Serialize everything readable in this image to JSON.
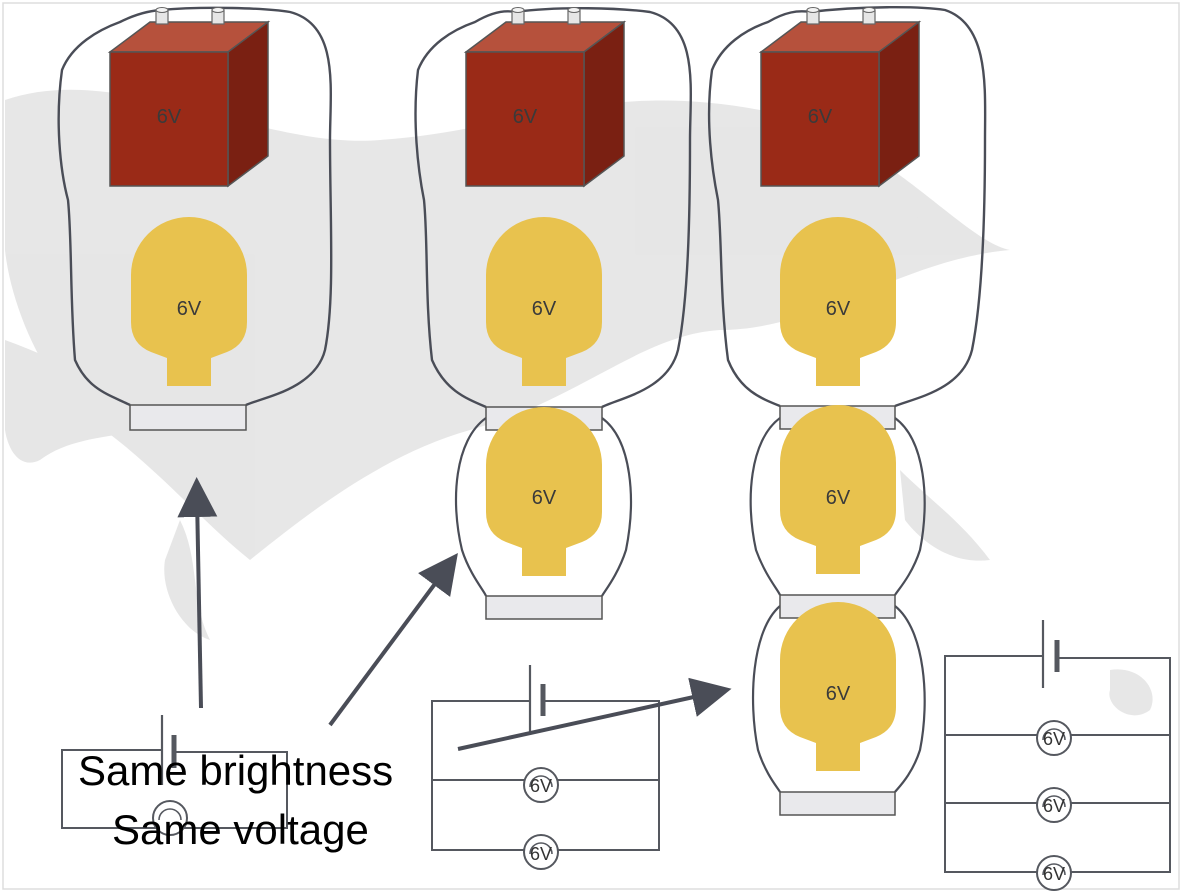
{
  "battery_voltage_label": "6V",
  "bulb_voltage_label": "6V",
  "schematic_bulb_label": "6V",
  "caption_line1": "Same brightness",
  "caption_line2": "Same voltage",
  "colors": {
    "battery_front": "#9a2a17",
    "battery_top": "#b6513c",
    "battery_side": "#7a2012",
    "bulb_glass": "#e8c24e",
    "bulb_base": "#e9e9ec",
    "wire": "#4a4d57",
    "arrow": "#4a4d57",
    "background_splash": "#e2e2e2"
  },
  "circuits": [
    {
      "name": "single-bulb",
      "bulb_count": 1
    },
    {
      "name": "two-bulbs-parallel",
      "bulb_count": 2
    },
    {
      "name": "three-bulbs-parallel",
      "bulb_count": 3
    }
  ],
  "icons": [
    "battery-icon",
    "light-bulb-icon",
    "cell-symbol-icon",
    "lamp-symbol-icon",
    "arrow-icon"
  ]
}
